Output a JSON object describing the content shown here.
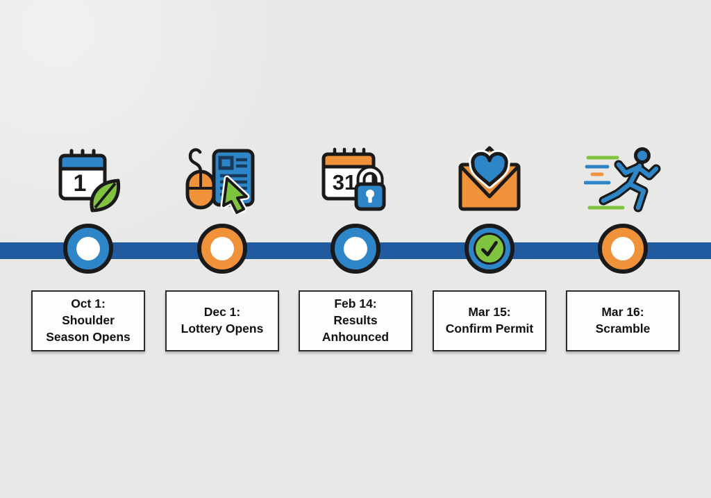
{
  "page": {
    "background_color": "#e8e8e7"
  },
  "timeline": {
    "bar_color": "#1f5b9e",
    "outline_color": "#1a1a1a",
    "palette": {
      "blue": "#2e86c8",
      "orange": "#f0923a",
      "green": "#80c33e",
      "dark_navy": "#1a3a5c",
      "box_bg": "#fdfdfd"
    },
    "milestones": [
      {
        "label": "Oct 1:\nShoulder\nSeason Opens",
        "icon": "calendar-leaf-icon",
        "icon_text": "1",
        "node": "blue-ring"
      },
      {
        "label": "Dec 1:\nLottery Opens",
        "icon": "mouse-document-icon",
        "node": "orange-ring"
      },
      {
        "label": "Feb 14:\nResults\nAnhounced",
        "icon": "calendar-lock-icon",
        "icon_text": "31",
        "node": "blue-ring"
      },
      {
        "label": "Mar 15:\nConfirm Permit",
        "icon": "envelope-heart-icon",
        "node": "green-check"
      },
      {
        "label": "Mar 16:\nScramble",
        "icon": "runner-icon",
        "node": "orange-ring"
      }
    ]
  }
}
